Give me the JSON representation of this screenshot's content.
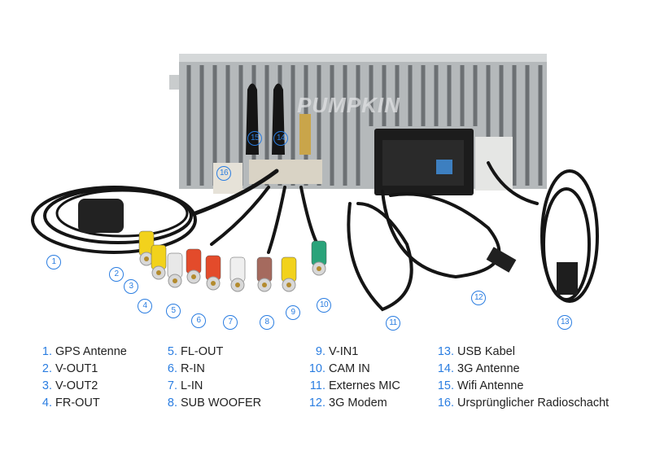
{
  "logo_text": "PUMPKIN",
  "callouts": [
    "1",
    "2",
    "3",
    "4",
    "5",
    "6",
    "7",
    "8",
    "9",
    "10",
    "11",
    "12",
    "13",
    "14",
    "15",
    "16"
  ],
  "legend": [
    {
      "num": "1.",
      "label": "GPS Antenne"
    },
    {
      "num": "2.",
      "label": "V-OUT1"
    },
    {
      "num": "3.",
      "label": "V-OUT2"
    },
    {
      "num": "4.",
      "label": "FR-OUT"
    },
    {
      "num": "5.",
      "label": "FL-OUT"
    },
    {
      "num": "6.",
      "label": "R-IN"
    },
    {
      "num": "7.",
      "label": "L-IN"
    },
    {
      "num": "8.",
      "label": "SUB WOOFER"
    },
    {
      "num": "9.",
      "label": "V-IN1"
    },
    {
      "num": "10.",
      "label": "CAM IN"
    },
    {
      "num": "11.",
      "label": "Externes MIC"
    },
    {
      "num": "12.",
      "label": "3G Modem"
    },
    {
      "num": "13.",
      "label": "USB Kabel"
    },
    {
      "num": "14.",
      "label": "3G Antenne"
    },
    {
      "num": "15.",
      "label": "Wifi Antenne"
    },
    {
      "num": "16.",
      "label": "Ursprünglicher Radioschacht"
    }
  ],
  "colors": {
    "accent": "#2a7de1",
    "chassis": "#b8bcbe",
    "cable": "#1a1a1a"
  }
}
